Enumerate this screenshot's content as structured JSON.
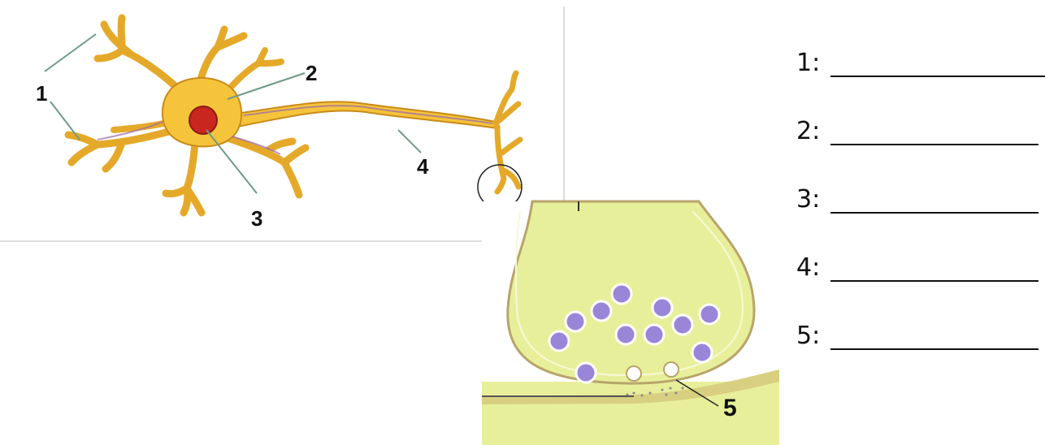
{
  "diagram": {
    "callouts": [
      "1",
      "1",
      "2",
      "3",
      "4",
      "5"
    ]
  },
  "worksheet": {
    "rows": [
      {
        "label": "1:"
      },
      {
        "label": "2:"
      },
      {
        "label": "3:"
      },
      {
        "label": "4:"
      },
      {
        "label": "5:"
      }
    ]
  },
  "colors": {
    "neuron_fill": "#f5c43a",
    "neuron_edge": "#c98a1a",
    "nucleus": "#c8261e",
    "synapse_fill": "#e8ef9a",
    "synapse_edge": "#b8a46a",
    "vesicle": "#9a86d8",
    "leader_line": "#6f9a86"
  }
}
